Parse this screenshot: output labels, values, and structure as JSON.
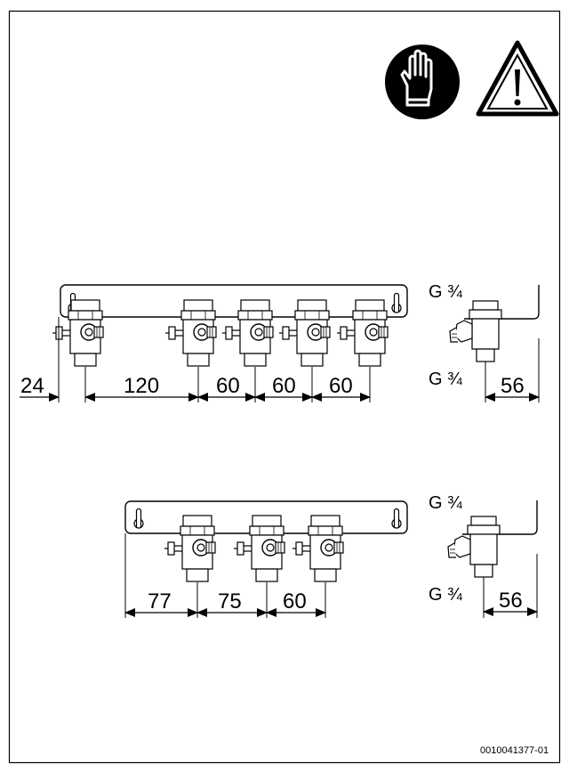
{
  "document_id": "0010041377-01",
  "icons": [
    "glove-icon",
    "warning-triangle-icon"
  ],
  "top_assembly": {
    "thread_top": "G ¾",
    "thread_bottom": "G ¾",
    "dims": [
      "24",
      "120",
      "60",
      "60",
      "60"
    ],
    "side_dim": "56"
  },
  "bottom_assembly": {
    "thread_top": "G ¾",
    "thread_bottom": "G ¾",
    "dims": [
      "77",
      "75",
      "60"
    ],
    "side_dim": "56"
  }
}
